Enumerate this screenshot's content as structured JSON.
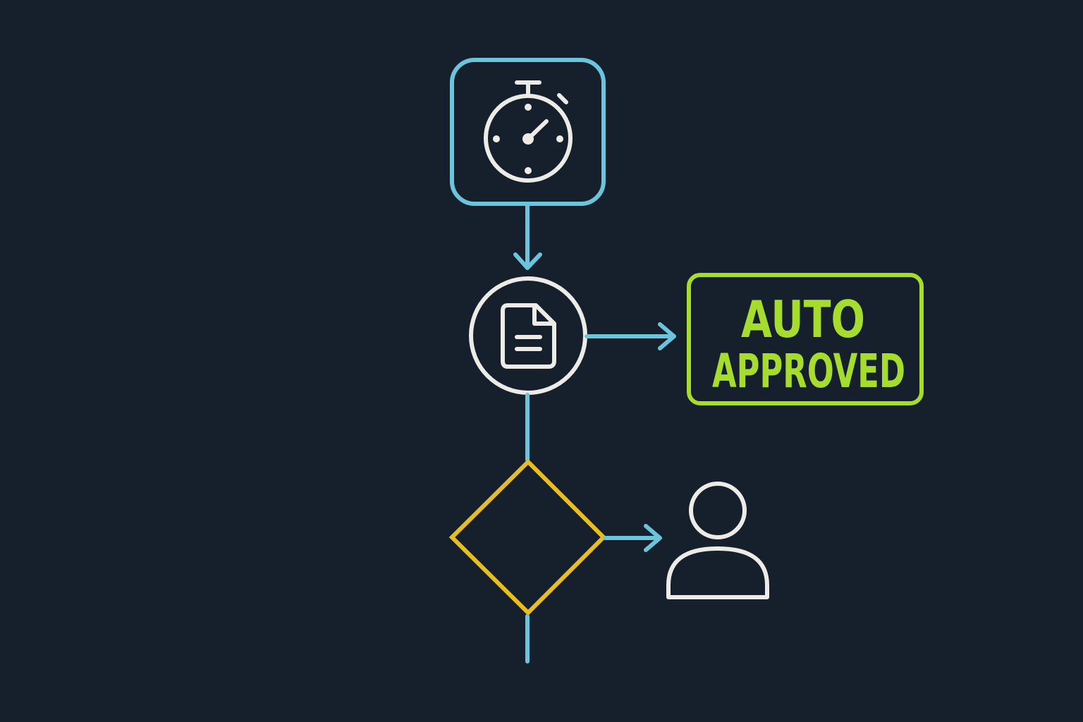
{
  "colors": {
    "background": "#16202d",
    "flow": "#6cc3dc",
    "node": "#ecebe6",
    "decision": "#e7bd22",
    "stamp": "#a6dc2e"
  },
  "nodes": {
    "timer": {
      "icon": "stopwatch-icon"
    },
    "document": {
      "icon": "document-icon"
    },
    "decision": {
      "icon": "diamond-shape"
    },
    "user": {
      "icon": "user-icon"
    }
  },
  "stamp": {
    "line1": "AUTO",
    "line2": "APPROVED"
  }
}
